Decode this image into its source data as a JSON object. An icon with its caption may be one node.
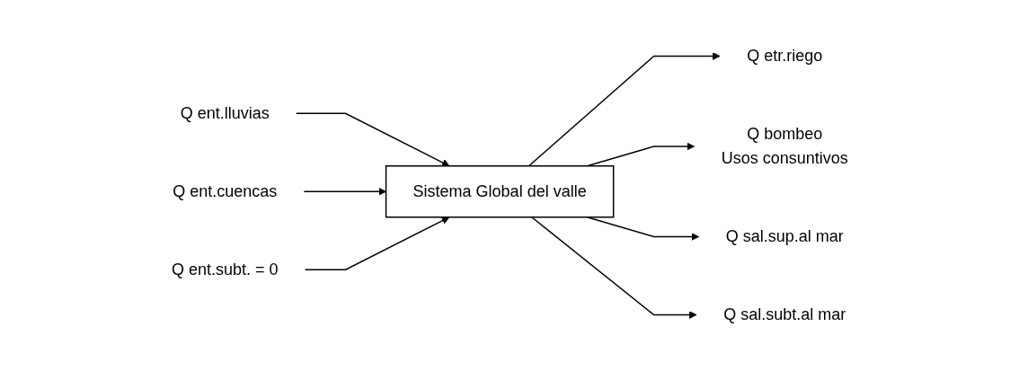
{
  "diagram": {
    "nodes": [
      {
        "text": [
          "Sistema Global del valle"
        ]
      },
      {
        "text": [
          "Q ent.lluvias"
        ]
      },
      {
        "text": [
          "Q etr.riego"
        ]
      },
      {
        "text": [
          "Q bombeo",
          "Usos consuntivos"
        ]
      },
      {
        "text": [
          "Q ent.cuencas"
        ]
      },
      {
        "text": [
          "Q sal.sup.al mar"
        ]
      },
      {
        "text": [
          "Q ent.subt. = 0"
        ]
      },
      {
        "text": [
          "Q sal.subt.al mar"
        ]
      }
    ],
    "edges": [
      {
        "from": 1,
        "to": 0,
        "arrow": "to"
      },
      {
        "from": 0,
        "to": 2,
        "arrow": "to"
      },
      {
        "from": 0,
        "to": 3,
        "arrow": "to"
      },
      {
        "from": 4,
        "to": 0,
        "arrow": "to"
      },
      {
        "from": 0,
        "to": 5,
        "arrow": "to"
      },
      {
        "from": 6,
        "to": 0,
        "arrow": "to"
      },
      {
        "from": 0,
        "to": 7,
        "arrow": "to"
      }
    ]
  }
}
